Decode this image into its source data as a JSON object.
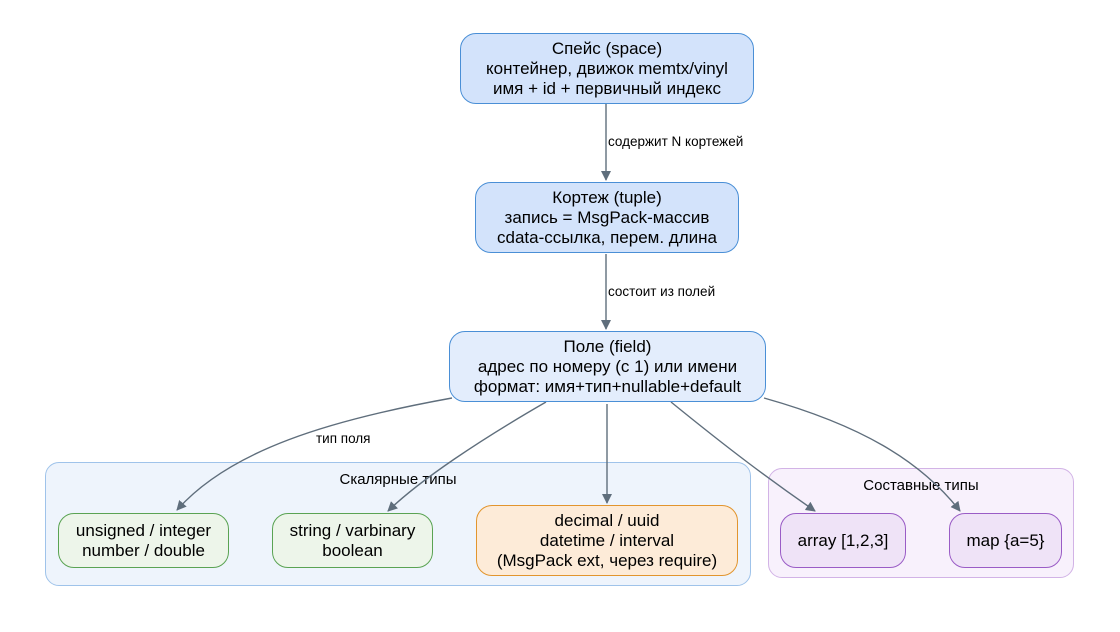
{
  "colors": {
    "edge": "#5f6e7c",
    "node_blue_fill": "#d3e3fb",
    "node_blue_border": "#4a8fd6",
    "node_green_fill": "#edf5ea",
    "node_green_border": "#5aa353",
    "node_orange_fill": "#fdebd8",
    "node_orange_border": "#e2952e",
    "node_purple_fill": "#efe3f7",
    "node_purple_border": "#9a5cc6",
    "cluster_scalar_fill": "#eef4fc",
    "cluster_scalar_border": "#9fc3ea",
    "cluster_composite_fill": "#f8f1fc",
    "cluster_composite_border": "#d2b3e6"
  },
  "clusters": {
    "scalar": {
      "label": "Скалярные типы"
    },
    "composite": {
      "label": "Составные типы"
    }
  },
  "nodes": {
    "space": {
      "lines": [
        "Спейс (space)",
        "контейнер, движок memtx/vinyl",
        "имя + id + первичный индекс"
      ]
    },
    "tuple": {
      "lines": [
        "Кортеж (tuple)",
        "запись = MsgPack-массив",
        "cdata-ссылка, перем. длина"
      ]
    },
    "field": {
      "lines": [
        "Поле (field)",
        "адрес по номеру (с 1) или имени",
        "формат: имя+тип+nullable+default"
      ]
    },
    "numeric": {
      "lines": [
        "unsigned / integer",
        "number / double"
      ]
    },
    "string": {
      "lines": [
        "string / varbinary",
        "boolean"
      ]
    },
    "ext": {
      "lines": [
        "decimal / uuid",
        "datetime / interval",
        "(MsgPack ext, через require)"
      ]
    },
    "array": {
      "lines": [
        "array  [1,2,3]"
      ]
    },
    "map": {
      "lines": [
        "map  {a=5}"
      ]
    }
  },
  "edges": {
    "space_tuple": {
      "label": "содержит N кортежей"
    },
    "tuple_field": {
      "label": "состоит из полей"
    },
    "field_numeric": {
      "label": "тип поля"
    }
  }
}
